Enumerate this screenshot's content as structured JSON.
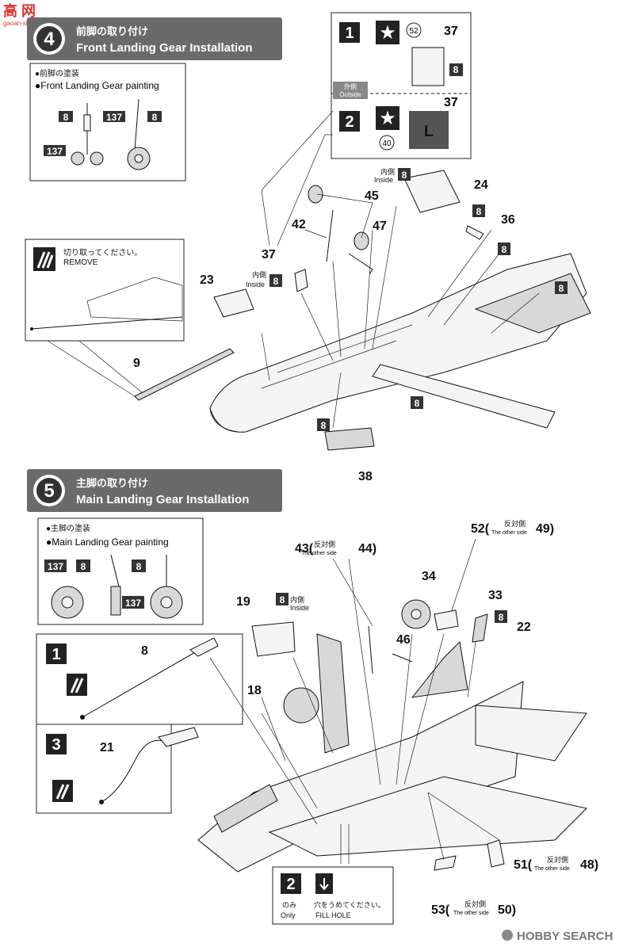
{
  "watermark_top": "高 网",
  "watermark_sub": "gaoan-shop.com",
  "step4": {
    "number": "4",
    "title_jp": "前脚の取り付け",
    "title_en": "Front Landing Gear Installation",
    "painting_jp": "●前脚の塗装",
    "painting_en": "●Front Landing Gear painting",
    "remove_jp": "切り取ってください。",
    "remove_en": "REMOVE",
    "inside_jp": "内側",
    "inside_en": "Inside",
    "outside_jp": "外側",
    "outside_en": "Outside",
    "option1": {
      "num": "1",
      "decal": "52",
      "part": "37",
      "color": "8"
    },
    "option2": {
      "num": "2",
      "decal": "40",
      "part": "37",
      "label": "L"
    },
    "parts": [
      "45",
      "42",
      "47",
      "37",
      "23",
      "9",
      "24",
      "36",
      "38"
    ],
    "colors": [
      "8",
      "137"
    ]
  },
  "step5": {
    "number": "5",
    "title_jp": "主脚の取り付け",
    "title_en": "Main Landing Gear Installation",
    "painting_jp": "●主脚の塗装",
    "painting_en": "●Main Landing Gear painting",
    "other_side_jp": "反対側",
    "other_side_en": "The other side",
    "parts": {
      "p43": "43(",
      "p44": "44)",
      "p52": "52(",
      "p49": "49)",
      "p34": "34",
      "p33": "33",
      "p22": "22",
      "p46": "46",
      "p19": "19",
      "p18": "18",
      "p8": "8",
      "p21": "21",
      "p51": "51(",
      "p48": "48)",
      "p53": "53(",
      "p50": "50)"
    },
    "option1_num": "1",
    "option3_num": "3",
    "option2_num": "2",
    "only_jp": "のみ",
    "only_en": "Only",
    "fill_jp": "穴をうめてください。",
    "fill_en": "FILL HOLE"
  },
  "footer_logo": "HOBBY SEARCH"
}
